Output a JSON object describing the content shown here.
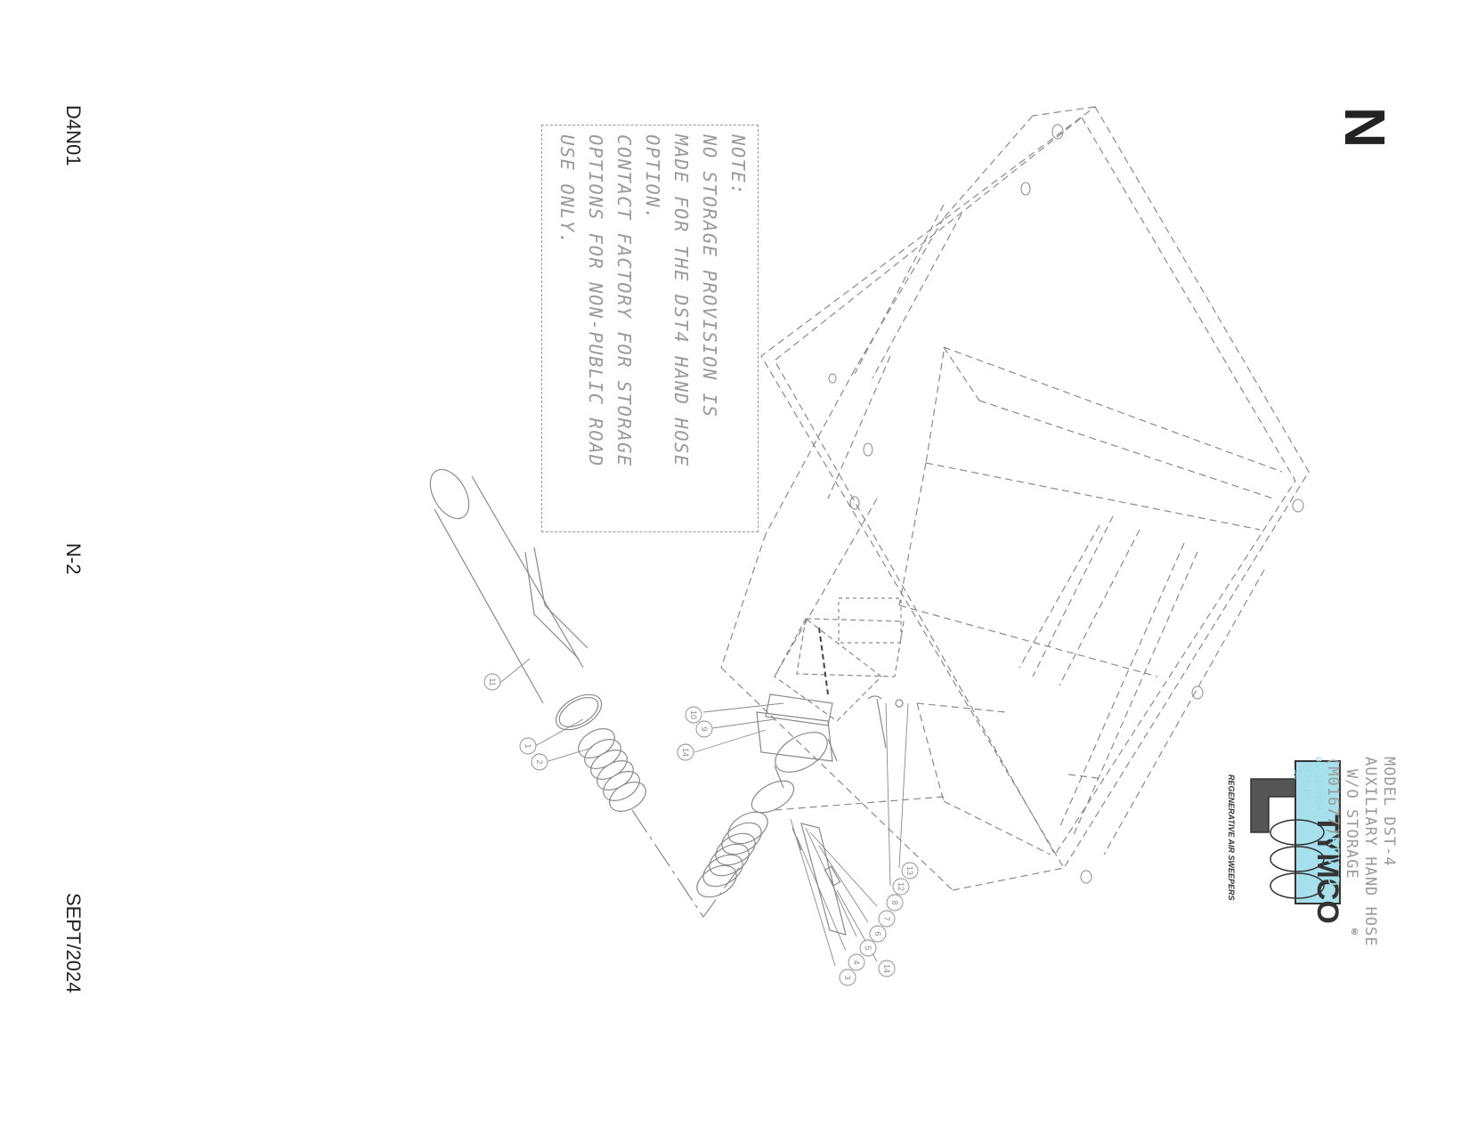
{
  "margin": {
    "doc_code": "D4N01",
    "page_number": "N-2",
    "date": "SEPT/2024"
  },
  "section_letter": "N",
  "note": {
    "lines": [
      "NOTE:",
      "NO STORAGE PROVISION IS",
      "MADE FOR THE DST4 HAND HOSE",
      "OPTION.",
      "CONTACT FACTORY FOR STORAGE",
      "OPTIONS FOR NON-PUBLIC ROAD",
      "USE ONLY."
    ]
  },
  "title_block": {
    "logo_text": "TYMCO",
    "logo_tagline": "REGENERATIVE AIR SWEEPERS",
    "registered_mark": "®",
    "model": "MODEL DST-4",
    "title_line1": "AUXILIARY HAND HOSE",
    "title_line2": "W/O STORAGE",
    "part_number": "(M01677)",
    "revision": "REV D",
    "date_line1": "05-21-2024",
    "date_line2": "2:31 pm",
    "date_line3": "SC"
  },
  "callouts": [
    "1",
    "2",
    "3",
    "4",
    "5",
    "6",
    "7",
    "8",
    "9",
    "10",
    "11",
    "12",
    "13",
    "14",
    "14"
  ],
  "colors": {
    "line": "#8a8a8a",
    "text": "#222222",
    "accent": "#9adbe8"
  }
}
